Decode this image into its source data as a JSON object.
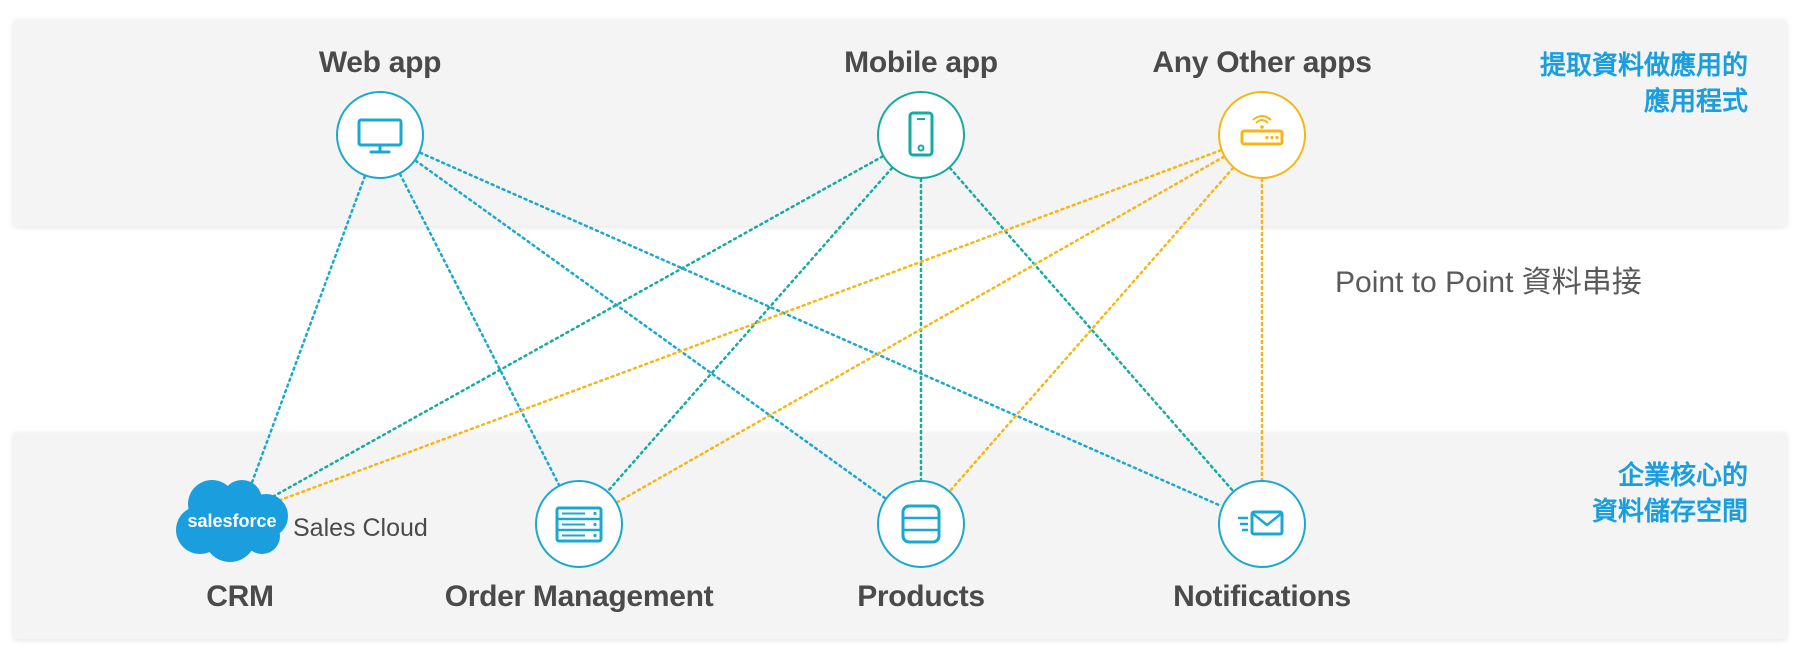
{
  "top_band": {
    "title_line1": "提取資料做應用的",
    "title_line2": "應用程式"
  },
  "bottom_band": {
    "title_line1": "企業核心的",
    "title_line2": "資料儲存空間"
  },
  "connector_caption": "Point to Point 資料串接",
  "apps": [
    {
      "label": "Web app",
      "icon": "monitor-icon",
      "color": "#1ba8cf"
    },
    {
      "label": "Mobile app",
      "icon": "smartphone-icon",
      "color": "#17ab9f"
    },
    {
      "label": "Any Other apps",
      "icon": "router-icon",
      "color": "#f5b617"
    }
  ],
  "systems": [
    {
      "label": "CRM",
      "icon": "salesforce-cloud-icon",
      "logo_text": "salesforce",
      "product": "Sales Cloud",
      "color": "#1a9ede"
    },
    {
      "label": "Order Management",
      "icon": "server-icon",
      "color": "#1ba8cf"
    },
    {
      "label": "Products",
      "icon": "database-icon",
      "color": "#1ba8cf"
    },
    {
      "label": "Notifications",
      "icon": "mail-icon",
      "color": "#1ba8cf"
    }
  ],
  "connections": [
    {
      "from": "Web app",
      "to": "CRM",
      "color": "#1ba8cf"
    },
    {
      "from": "Web app",
      "to": "Order Management",
      "color": "#1ba8cf"
    },
    {
      "from": "Web app",
      "to": "Products",
      "color": "#1ba8cf"
    },
    {
      "from": "Web app",
      "to": "Notifications",
      "color": "#1ba8cf"
    },
    {
      "from": "Mobile app",
      "to": "CRM",
      "color": "#17ab9f"
    },
    {
      "from": "Mobile app",
      "to": "Order Management",
      "color": "#17ab9f"
    },
    {
      "from": "Mobile app",
      "to": "Products",
      "color": "#17ab9f"
    },
    {
      "from": "Mobile app",
      "to": "Notifications",
      "color": "#17ab9f"
    },
    {
      "from": "Any Other apps",
      "to": "CRM",
      "color": "#f5b617"
    },
    {
      "from": "Any Other apps",
      "to": "Order Management",
      "color": "#f5b617"
    },
    {
      "from": "Any Other apps",
      "to": "Products",
      "color": "#f5b617"
    },
    {
      "from": "Any Other apps",
      "to": "Notifications",
      "color": "#f5b617"
    }
  ]
}
